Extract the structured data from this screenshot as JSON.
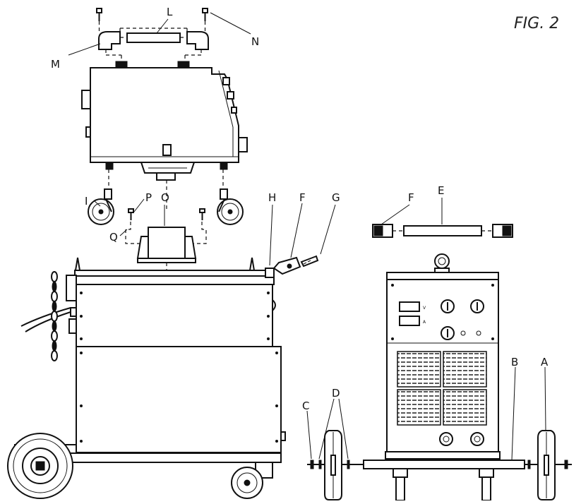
{
  "figure": {
    "title": "FIG. 2"
  },
  "labels": {
    "A": "A",
    "B": "B",
    "C": "C",
    "D": "D",
    "E": "E",
    "F1": "F",
    "F2": "F",
    "G": "G",
    "H": "H",
    "I": "I",
    "L": "L",
    "M": "M",
    "N": "N",
    "O": "O",
    "P": "P",
    "Q": "Q"
  },
  "panel_marks": {
    "v": "V",
    "a": "A"
  },
  "colors": {
    "line": "#111111",
    "background": "#ffffff"
  }
}
